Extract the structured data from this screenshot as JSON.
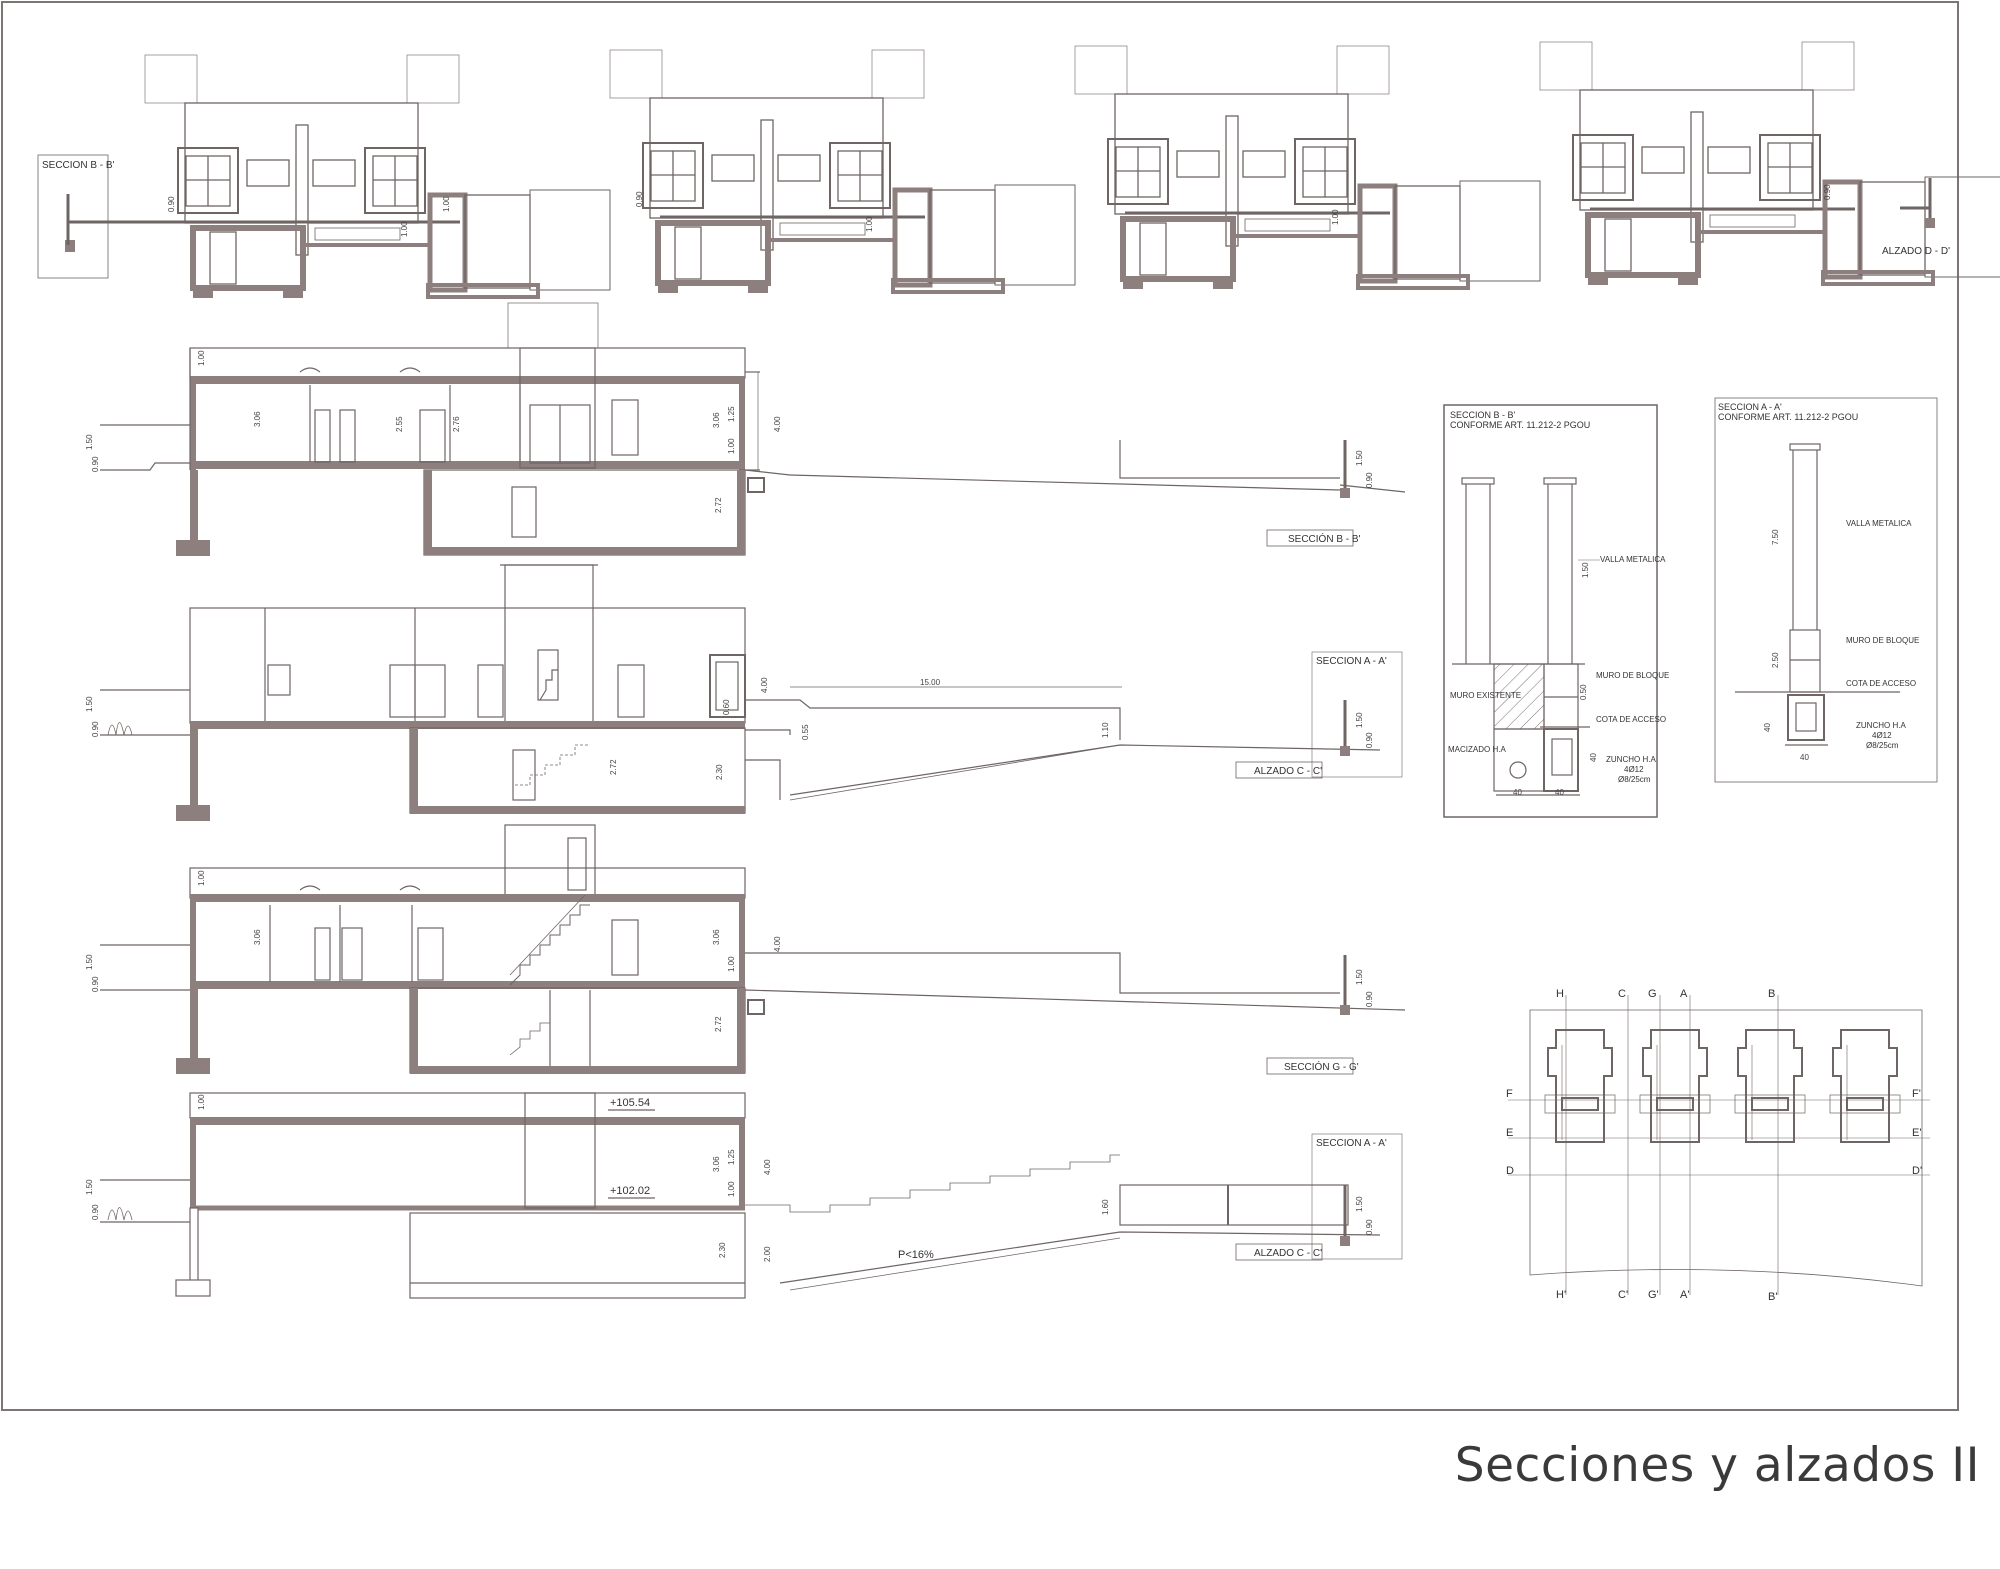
{
  "page": {
    "title": "Secciones y alzados II"
  },
  "elevation_strip": {
    "left_tag": "SECCION B - B'",
    "right_tag": "ALZADO D - D'",
    "dims": [
      "0.90",
      "1.00",
      "0.90",
      "1.00",
      "1.00",
      "1.00",
      "0.90"
    ]
  },
  "section_1": {
    "tag": "SECCIÓN B - B'",
    "dims": [
      "1.00",
      "1.50",
      "0.90",
      "3.06",
      "2.55",
      "2.76",
      "3.06",
      "1.25",
      "1.00",
      "4.00",
      "2.72",
      "1.50",
      "0.90"
    ]
  },
  "section_2": {
    "tag_top": "SECCION A - A'",
    "tag_bottom": "ALZADO C - C'",
    "dims": [
      "1.50",
      "0.90",
      "4.00",
      "0.60",
      "15.00",
      "0.55",
      "2.72",
      "2.30",
      "1.10",
      "1.50",
      "0.90"
    ]
  },
  "section_3": {
    "tag": "SECCIÓN G - G'",
    "dims": [
      "1.00",
      "1.50",
      "0.90",
      "3.06",
      "3.06",
      "1.00",
      "4.00",
      "2.72",
      "1.50",
      "0.90"
    ]
  },
  "section_4": {
    "tag_top": "SECCION A - A'",
    "tag_bottom": "ALZADO C - C'",
    "level_top": "+105.54",
    "level_bottom": "+102.02",
    "slope": "P<16%",
    "dims": [
      "1.00",
      "1.50",
      "0.90",
      "3.06",
      "1.25",
      "1.00",
      "4.00",
      "2.30",
      "2.00",
      "1.60",
      "1.50",
      "0.90"
    ]
  },
  "detail_b": {
    "title_line1": "SECCION B - B'",
    "title_line2": "CONFORME ART. 11.212-2 PGOU",
    "labels": {
      "fence": "VALLA METALICA",
      "block_wall": "MURO DE BLOQUE",
      "existing_wall": "MURO EXISTENTE",
      "access_level": "COTA DE ACCESO",
      "solid_ha": "MACIZADO H.A",
      "ring_beam": "ZUNCHO H.A",
      "rebar": "4Ø12",
      "stirrups": "Ø8/25cm"
    },
    "dims": [
      "1.50",
      "0.50",
      "40",
      "40",
      "40"
    ]
  },
  "detail_a": {
    "title_line1": "SECCION A - A'",
    "title_line2": "CONFORME ART. 11.212-2 PGOU",
    "labels": {
      "fence": "VALLA METALICA",
      "block_wall": "MURO DE BLOQUE",
      "access_level": "COTA DE ACCESO",
      "ring_beam": "ZUNCHO H.A",
      "rebar": "4Ø12",
      "stirrups": "Ø8/25cm"
    },
    "dims": [
      "7.50",
      "2.50",
      "40",
      "40"
    ]
  },
  "key_plan": {
    "top_marks": [
      "H",
      "C",
      "G",
      "A",
      "B"
    ],
    "bottom_marks": [
      "H'",
      "C'",
      "G'",
      "A'",
      "B'"
    ],
    "left_marks": [
      "F",
      "E",
      "D"
    ],
    "right_marks": [
      "F'",
      "E'",
      "D'"
    ]
  },
  "colors": {
    "line": "#7a7170",
    "wall_fill": "#8c7f7d",
    "frame": "#7d7574",
    "text": "#3a3a3a"
  }
}
